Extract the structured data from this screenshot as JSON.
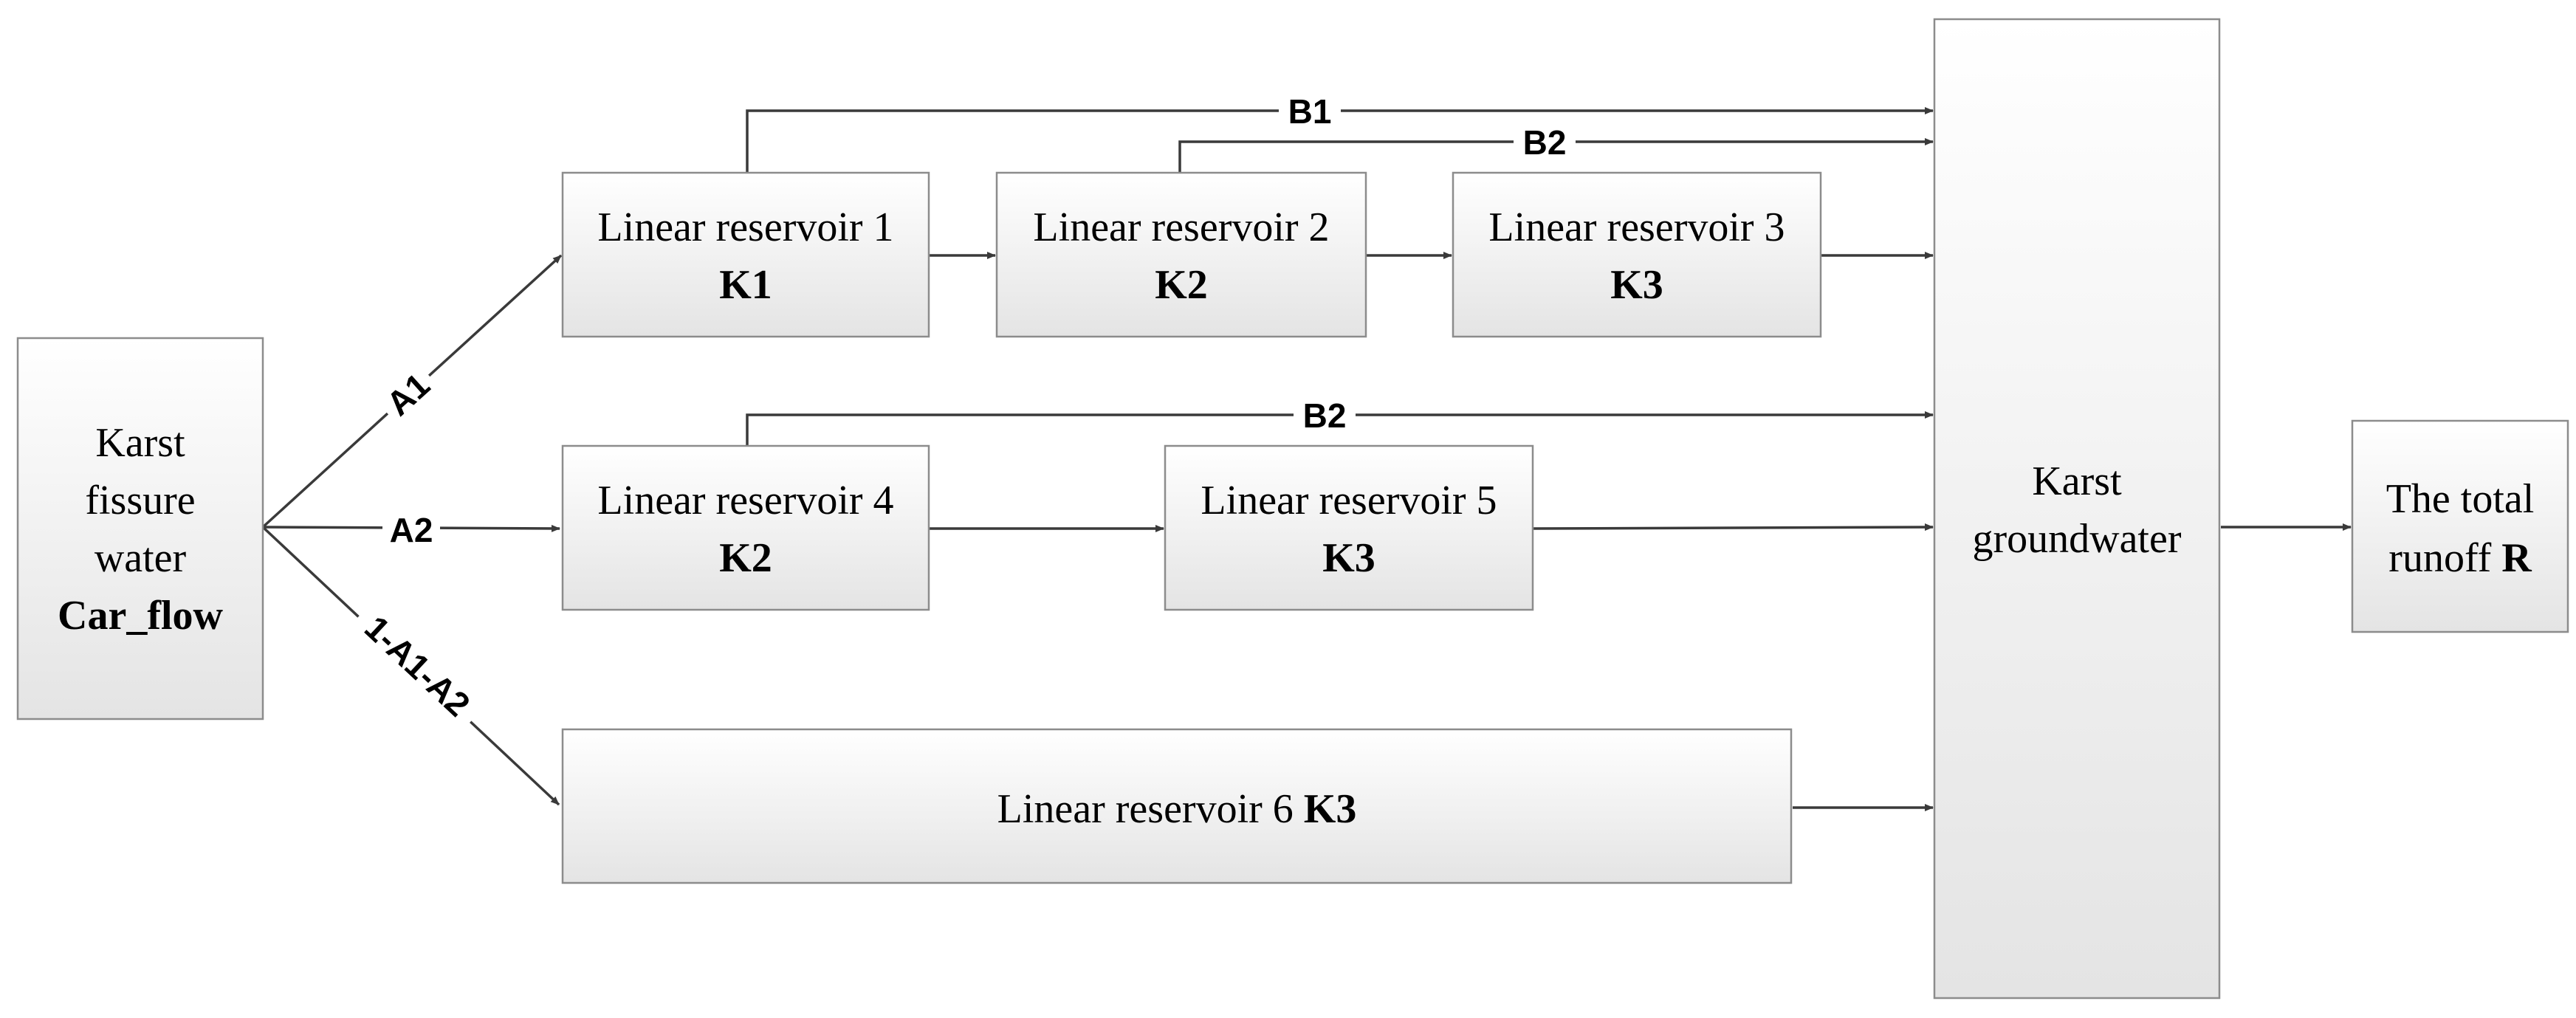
{
  "boxes": {
    "source": {
      "line1": "Karst",
      "line2": "fissure",
      "line3": "water",
      "line4": "Car_flow"
    },
    "reservoir1": {
      "title": "Linear reservoir 1",
      "param": "K1"
    },
    "reservoir2": {
      "title": "Linear reservoir 2",
      "param": "K2"
    },
    "reservoir3": {
      "title": "Linear reservoir 3",
      "param": "K3"
    },
    "reservoir4": {
      "title": "Linear reservoir 4",
      "param": "K2"
    },
    "reservoir5": {
      "title": "Linear reservoir 5",
      "param": "K3"
    },
    "reservoir6": {
      "title": "Linear reservoir 6",
      "param": "K3"
    },
    "groundwater": {
      "line1": "Karst",
      "line2": "groundwater"
    },
    "runoff": {
      "line1": "The total",
      "line2": "runoff",
      "param": "R"
    }
  },
  "edge_labels": {
    "a1": "A1",
    "a2": "A2",
    "a3": "1-A1-A2",
    "b1": "B1",
    "b2_top": "B2",
    "b2_mid": "B2"
  },
  "colors": {
    "box_fill_top": "#ffffff",
    "box_fill_bottom": "#e4e4e4",
    "box_stroke": "#8c8c8c",
    "edge": "#3a3a3a"
  }
}
